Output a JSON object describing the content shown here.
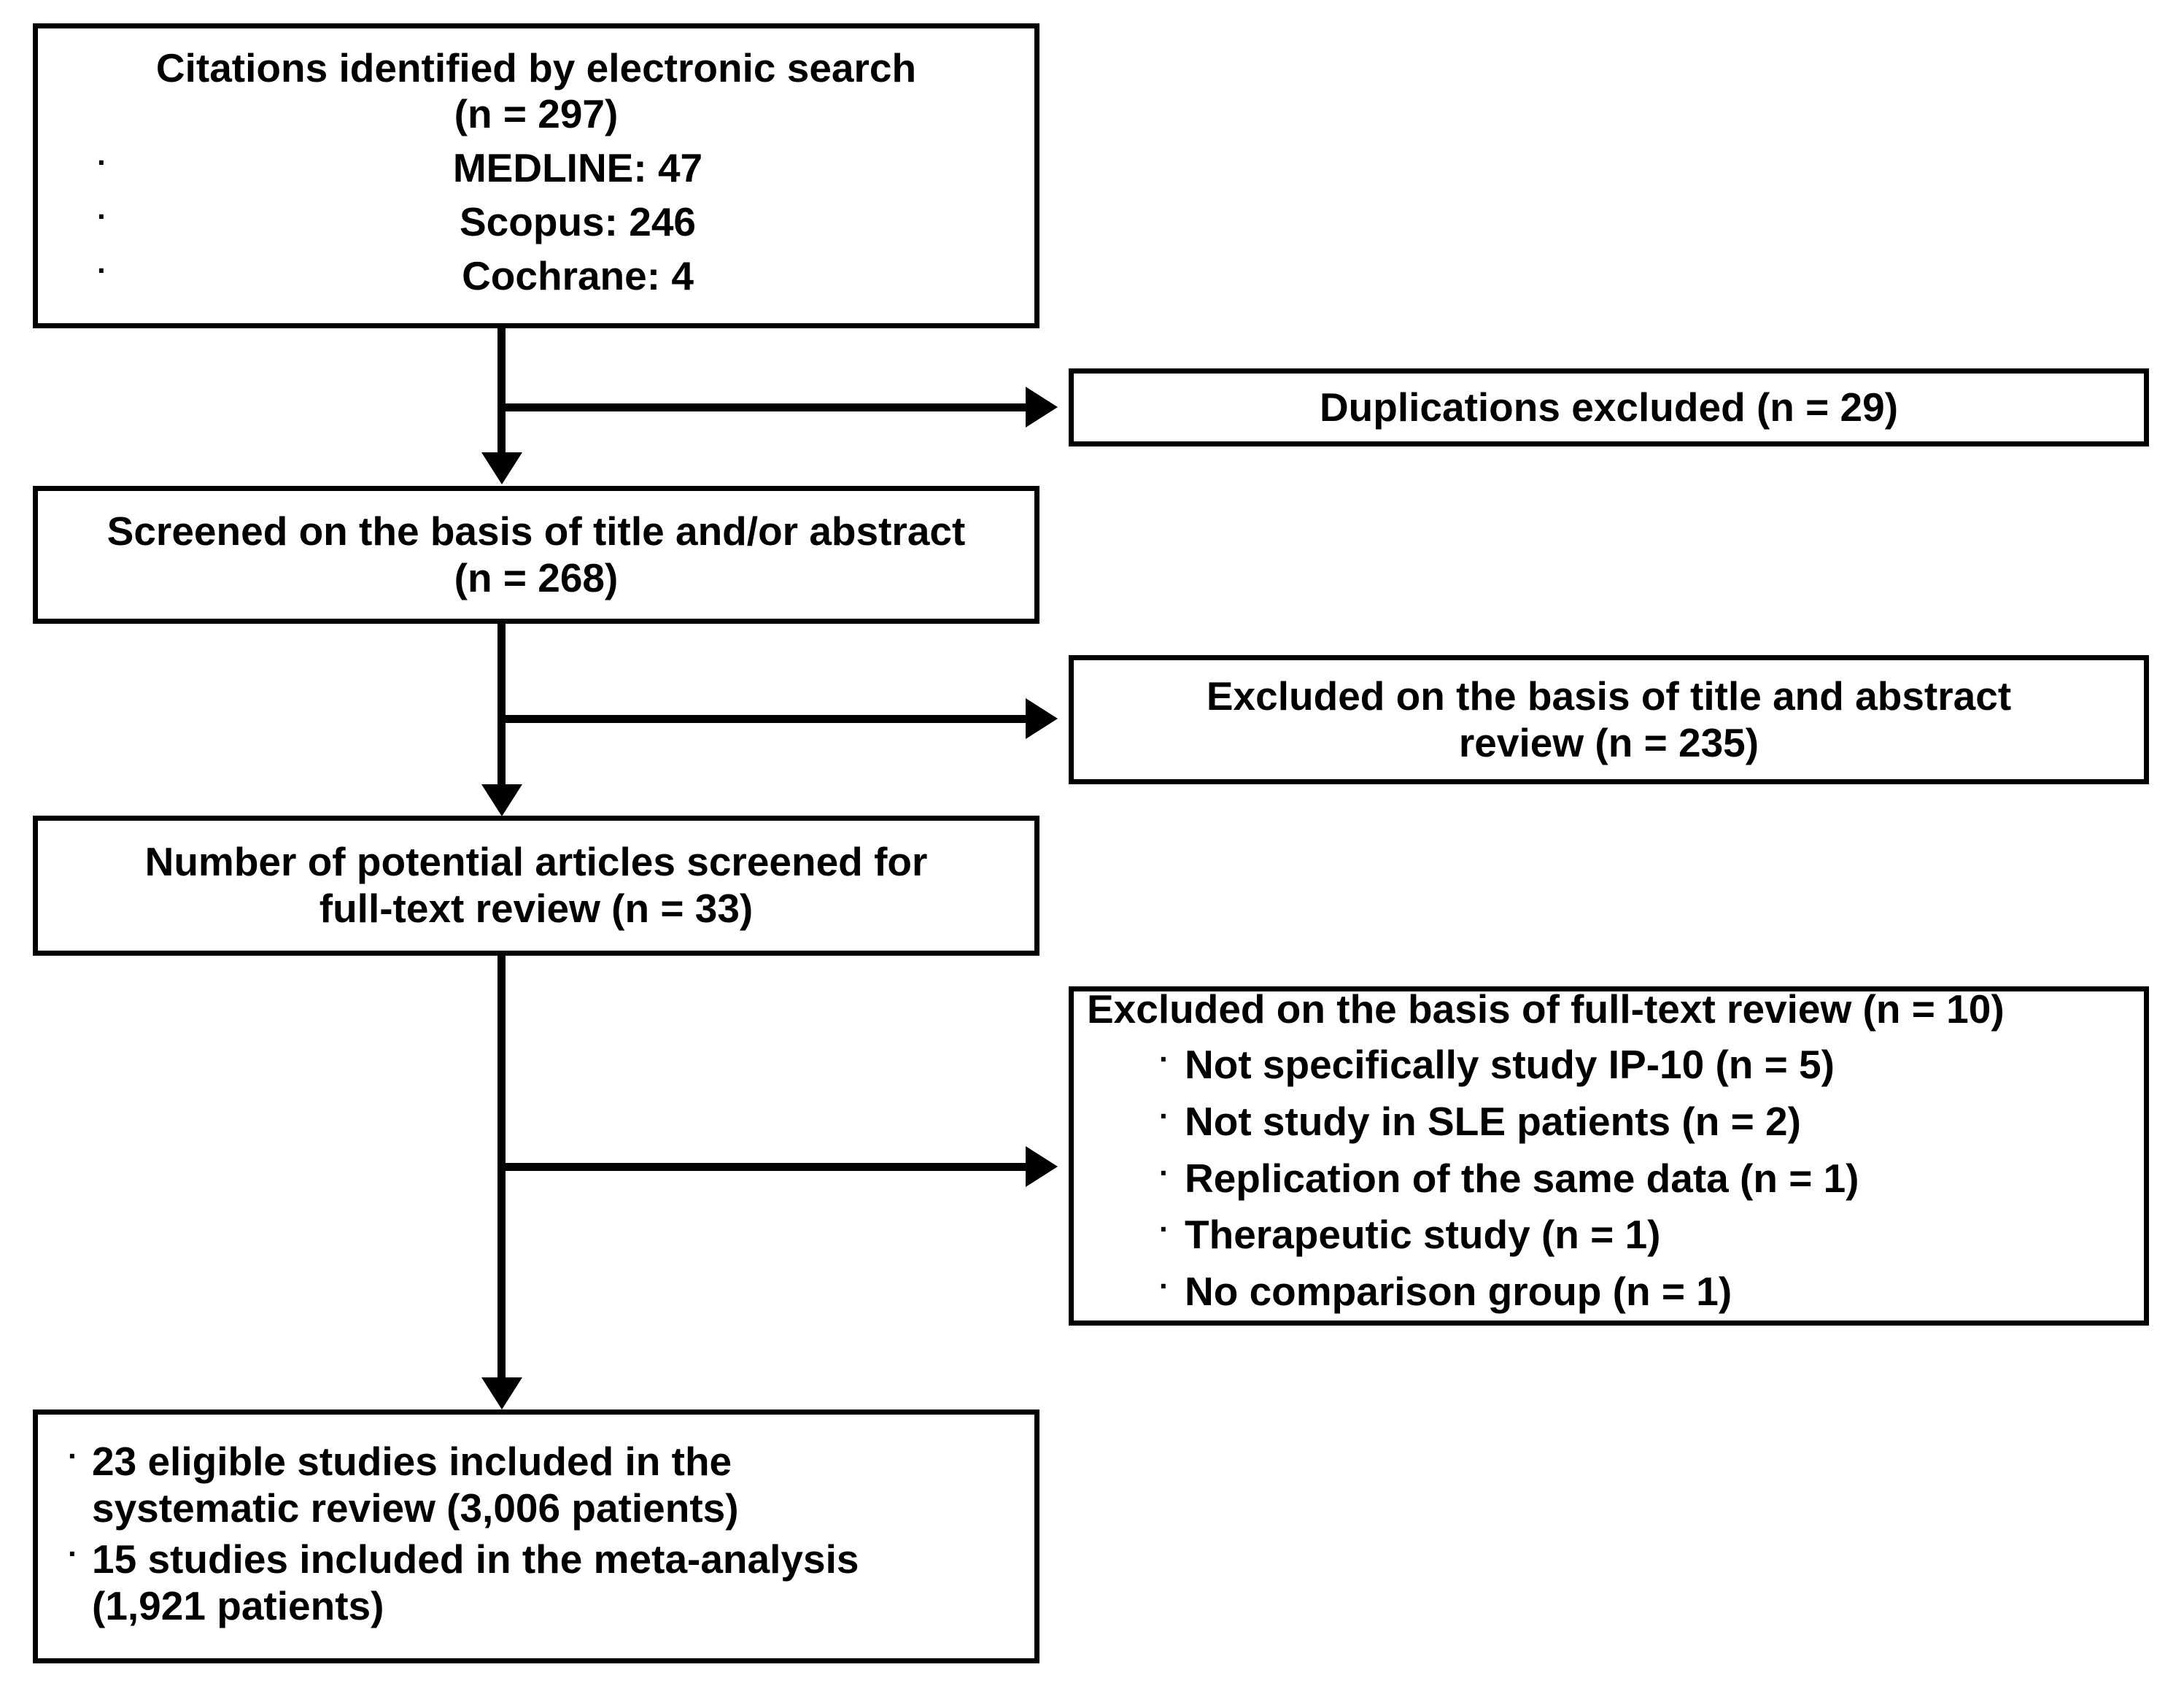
{
  "diagram": {
    "title": "PRISMA study selection flow diagram",
    "stroke_color": "#000000",
    "background_color": "#ffffff"
  },
  "boxes": {
    "citations": {
      "heading_line1": "Citations identified by electronic search",
      "heading_line2": "(n = 297)",
      "bullet_char": "·",
      "bullets": [
        "MEDLINE: 47",
        "Scopus: 246",
        "Cochrane: 4"
      ]
    },
    "duplications_excluded": {
      "line1": "Duplications excluded (n = 29)"
    },
    "screened": {
      "line1": "Screened on the basis of title and/or abstract",
      "line2": "(n = 268)"
    },
    "excluded_title_abstract": {
      "line1": "Excluded on the basis of title and abstract",
      "line2": "review (n = 235)"
    },
    "potential_articles": {
      "line1": "Number of potential articles screened for",
      "line2": "full-text review (n = 33)"
    },
    "excluded_fulltext": {
      "heading": "Excluded on the basis of full-text review (n = 10)",
      "bullet_char": "·",
      "bullets": [
        "Not specifically study IP-10 (n = 5)",
        "Not study in SLE patients (n = 2)",
        "Replication of the same data (n = 1)",
        "Therapeutic study (n = 1)",
        "No comparison group (n = 1)"
      ]
    },
    "included": {
      "bullet_char": "·",
      "bullets": [
        {
          "line1": "23 eligible studies included in the",
          "line2": "systematic review (3,006 patients)"
        },
        {
          "line1": "15 studies included in the meta-analysis",
          "line2": "(1,921 patients)"
        }
      ]
    }
  }
}
